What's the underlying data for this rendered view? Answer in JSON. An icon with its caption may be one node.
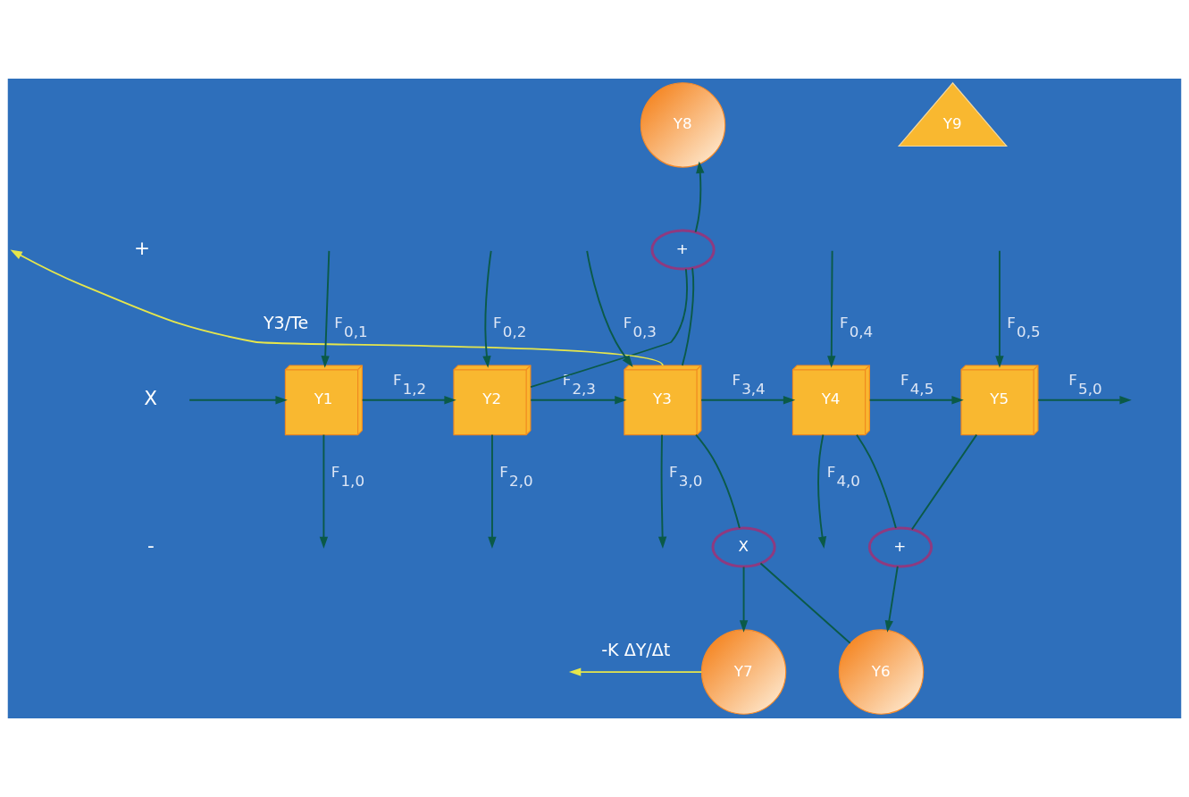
{
  "diagram": {
    "nodes": [
      {
        "text": [
          "X"
        ]
      },
      {
        "text": [
          "Y1"
        ]
      },
      {
        "text": [
          "Y2"
        ]
      },
      {
        "text": [
          "Y3"
        ]
      },
      {
        "text": [
          "Y4"
        ]
      },
      {
        "text": [
          "Y5"
        ]
      },
      {
        "text": [
          "+"
        ]
      },
      {
        "text": [
          "Y8"
        ]
      },
      {
        "text": [
          "X"
        ]
      },
      {
        "text": [
          "Y7"
        ]
      },
      {
        "text": [
          "+"
        ]
      },
      {
        "text": [
          "Y6"
        ]
      },
      {
        "text": [
          "Y9"
        ]
      }
    ],
    "edges": [
      {
        "from": 0,
        "to": 1,
        "arrow": "to"
      },
      {
        "from": null,
        "to": 1,
        "arrow": "to",
        "label": "F$_{0,1}$"
      },
      {
        "from": 1,
        "to": null,
        "arrow": "to",
        "label": "F$_{1,0}$"
      },
      {
        "from": 1,
        "to": 2,
        "arrow": "to",
        "label": "F$_{1,2}$"
      },
      {
        "from": null,
        "to": 2,
        "arrow": "to",
        "label": "F$_{0,2}$"
      },
      {
        "from": 2,
        "to": null,
        "arrow": "to",
        "label": "F$_{2,0}$"
      },
      {
        "from": 2,
        "to": 3,
        "arrow": "to",
        "label": "F$_{2,3}$"
      },
      {
        "from": 3,
        "to": null,
        "arrow": "to",
        "label": "Y3/Te",
        "color": "#e6e64c"
      },
      {
        "from": null,
        "to": 3,
        "arrow": "to",
        "label": "F$_{0,3}$"
      },
      {
        "from": 3,
        "to": null,
        "arrow": "to",
        "label": "F$_{3,0}$"
      },
      {
        "from": 3,
        "to": 4,
        "arrow": "to",
        "label": "F$_{3,4}$"
      },
      {
        "from": null,
        "to": 4,
        "arrow": "to",
        "label": "F$_{0,4}$"
      },
      {
        "from": 4,
        "to": null,
        "arrow": "to",
        "label": "F$_{4,0}$"
      },
      {
        "from": 4,
        "to": 5,
        "arrow": "to",
        "label": "F$_{4,5}$"
      },
      {
        "from": null,
        "to": 5,
        "arrow": "to",
        "label": "F$_{0,5}$"
      },
      {
        "from": 5,
        "to": null,
        "arrow": "to",
        "label": "F$_{5,0}$"
      },
      {
        "from": 2,
        "to": 6,
        "arrow": "none"
      },
      {
        "from": 3,
        "to": 6,
        "arrow": "none"
      },
      {
        "from": 6,
        "to": 7,
        "arrow": "to"
      },
      {
        "from": 3,
        "to": 8,
        "arrow": "none"
      },
      {
        "from": 8,
        "to": 9,
        "arrow": "to"
      },
      {
        "from": 8,
        "to": 11,
        "arrow": "none"
      },
      {
        "from": 4,
        "to": 10,
        "arrow": "none"
      },
      {
        "from": 5,
        "to": 10,
        "arrow": "none"
      },
      {
        "from": 10,
        "to": 11,
        "arrow": "to"
      },
      {
        "from": 9,
        "to": null,
        "arrow": "to",
        "label": "-K ΔY/Δt",
        "color": "#e6e64c"
      }
    ],
    "labels": [
      "+",
      "-"
    ]
  }
}
